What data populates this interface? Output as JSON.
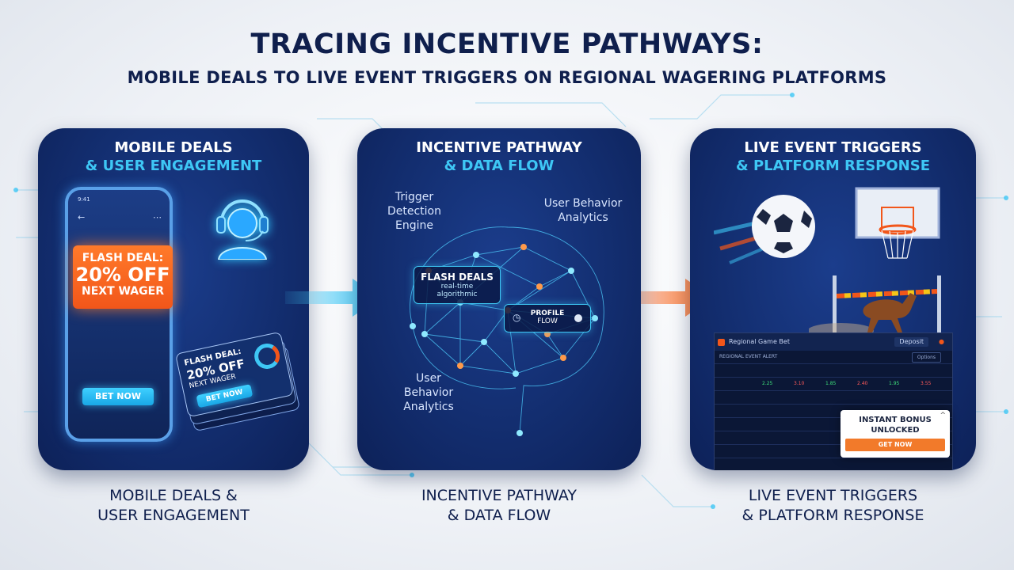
{
  "title": "TRACING INCENTIVE PATHWAYS:",
  "subtitle": "MOBILE DEALS TO LIVE EVENT TRIGGERS ON REGIONAL WAGERING PLATFORMS",
  "colors": {
    "navy": "#132e70",
    "accent_cyan": "#3ec7f5",
    "accent_orange": "#f2561a",
    "title": "#0f1f4d"
  },
  "panels": [
    {
      "heading_line1": "MOBILE DEALS",
      "heading_line2": "& USER ENGAGEMENT",
      "footer_line1": "MOBILE DEALS &",
      "footer_line2": "USER ENGAGEMENT",
      "phone": {
        "status_time": "9:41",
        "flash_line1": "FLASH DEAL:",
        "flash_line2": "20% OFF",
        "flash_line3": "NEXT WAGER",
        "button": "BET NOW"
      },
      "card": {
        "line1": "FLASH DEAL:",
        "line2": "20% OFF",
        "line3": "NEXT WAGER",
        "button": "BET NOW"
      },
      "agent_icon": "headset-agent-icon"
    },
    {
      "heading_line1": "INCENTIVE PATHWAY",
      "heading_line2": "& DATA FLOW",
      "footer_line1": "INCENTIVE PATHWAY",
      "footer_line2": "& DATA FLOW",
      "label_trigger": [
        "Trigger",
        "Detection",
        "Engine"
      ],
      "label_analytics_top": [
        "User Behavior",
        "Analytics"
      ],
      "label_analytics_bottom": [
        "User",
        "Behavior",
        "Analytics"
      ],
      "chip_deals": {
        "line1": "FLASH DEALS",
        "line2": "real-time",
        "line3": "algorithmic"
      },
      "chip_profile": {
        "line1": "PROFILE",
        "line2": "FLOW"
      }
    },
    {
      "heading_line1": "LIVE EVENT TRIGGERS",
      "heading_line2": "& PLATFORM RESPONSE",
      "footer_line1": "LIVE EVENT TRIGGERS",
      "footer_line2": "& PLATFORM RESPONSE",
      "dashboard": {
        "brand": "Regional Game Bet",
        "header_button": "Deposit",
        "alert_label": "REGIONAL EVENT ALERT",
        "alert_button": "Options",
        "odds": [
          "2.25",
          "3.10",
          "1.85",
          "2.40",
          "1.95",
          "3.55"
        ]
      },
      "bonus": {
        "line1": "INSTANT BONUS",
        "line2": "UNLOCKED",
        "button": "GET NOW"
      }
    }
  ]
}
